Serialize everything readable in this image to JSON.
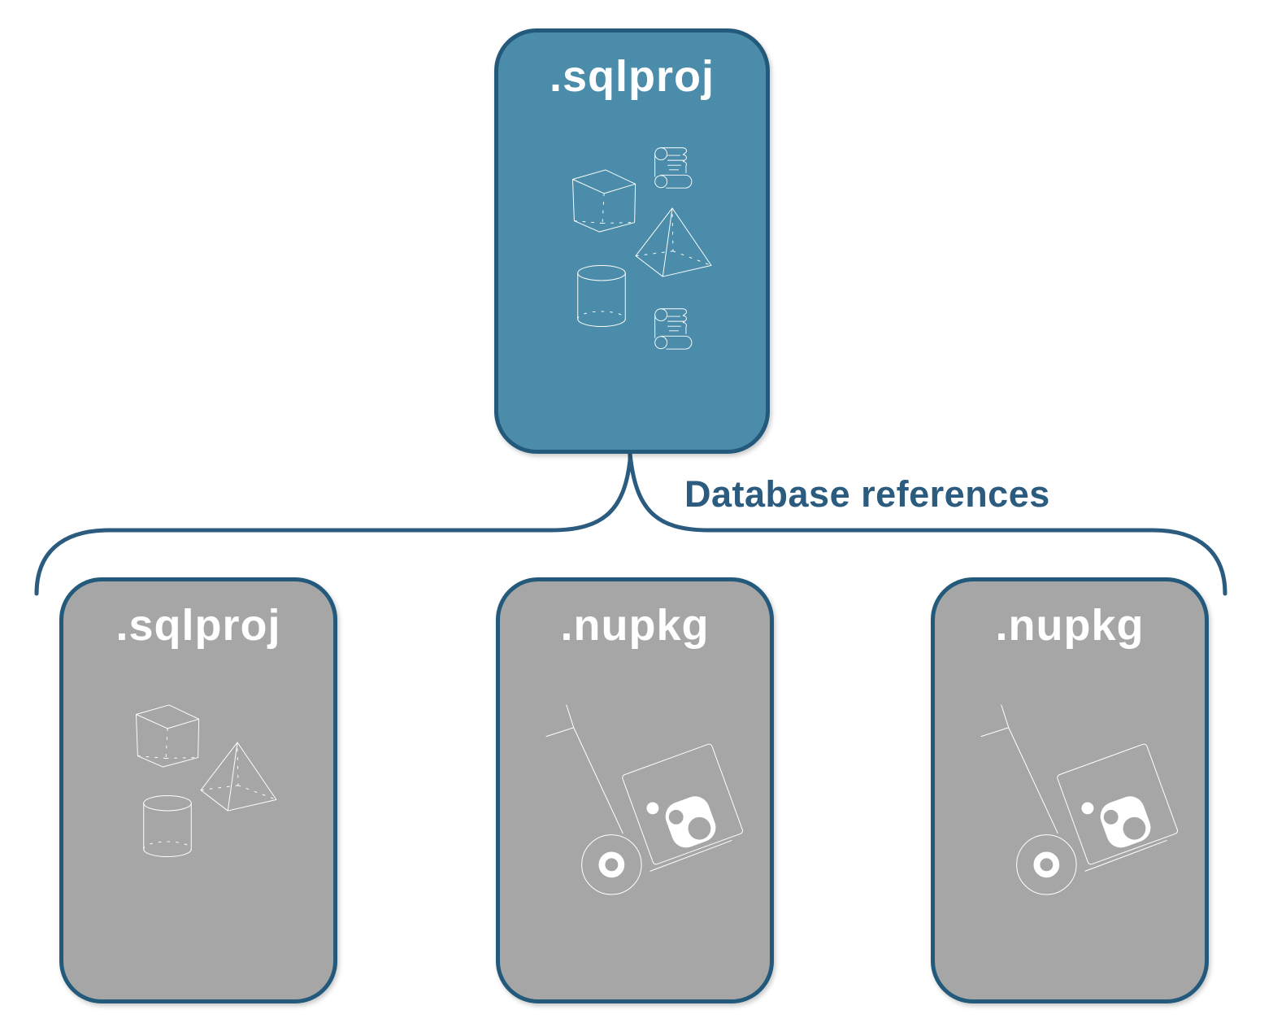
{
  "connector": {
    "label": "Database references",
    "color": "#2B5B7E"
  },
  "root": {
    "label": ".sqlproj",
    "fill_color": "#4A8CAA",
    "icons": [
      "scroll-icon",
      "cube-icon",
      "pyramid-icon",
      "cylinder-icon",
      "scroll-icon"
    ]
  },
  "children": [
    {
      "label": ".sqlproj",
      "fill_color": "#A6A6A6",
      "icons": [
        "cube-icon",
        "pyramid-icon",
        "cylinder-icon"
      ]
    },
    {
      "label": ".nupkg",
      "fill_color": "#A6A6A6",
      "icons": [
        "handtruck-package-icon"
      ]
    },
    {
      "label": ".nupkg",
      "fill_color": "#A6A6A6",
      "icons": [
        "handtruck-package-icon"
      ]
    }
  ],
  "style": {
    "border_color": "#23597A",
    "icon_stroke_color": "#FFFFFF",
    "label_text_color": "#FFFFFF",
    "background_color": "#FFFFFF"
  }
}
